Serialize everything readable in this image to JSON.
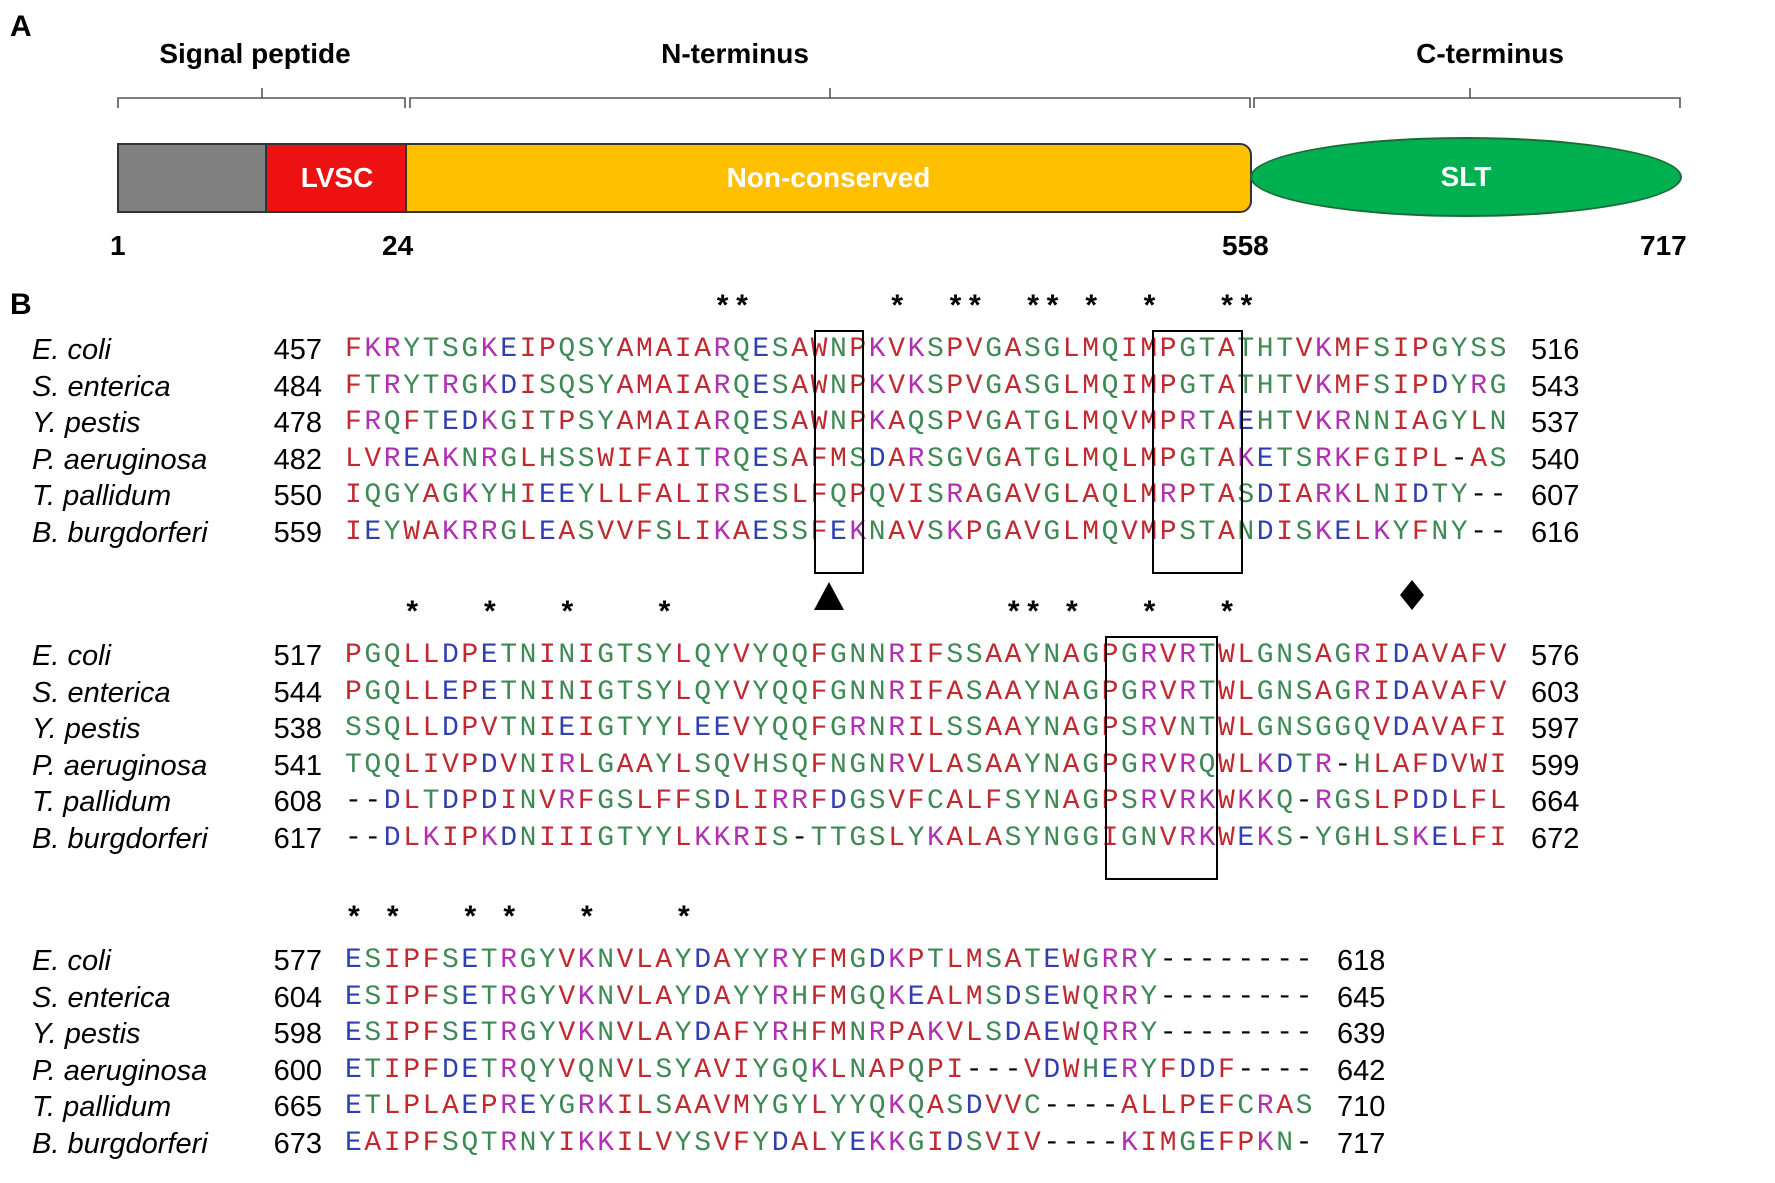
{
  "panel_a": {
    "label": "A",
    "signal_peptide": "Signal peptide",
    "n_terminus": "N-terminus",
    "c_terminus": "C-terminus",
    "lvsc": "LVSC",
    "non_conserved": "Non-conserved",
    "slt": "SLT",
    "positions": [
      "1",
      "24",
      "558",
      "717"
    ],
    "colors": {
      "grey": "#808080",
      "lvsc": "#ee1111",
      "nonconserved": "#ffc000",
      "slt": "#00b050"
    }
  },
  "panel_b": {
    "label": "B",
    "colors": {
      "red": "#c0292f",
      "green": "#3d8a55",
      "magenta": "#b02fb3",
      "blue": "#2f3fb0"
    },
    "blocks": [
      {
        "stars": "                   **       *  **  ** *  *   **",
        "rows": [
          {
            "species": "E. coli",
            "start": "457",
            "seq": "FKRYTSGKEIPQSYAMAIARQESAWNPKVKSPVGASGLMQIMPGTATHTVKMFSIPGYSS",
            "end": "516"
          },
          {
            "species": "S. enterica",
            "start": "484",
            "seq": "FTRYTRGKDISQSYAMAIARQESAWNPKVKSPVGASGLMQIMPGTATHTVKMFSIPDYRG",
            "end": "543"
          },
          {
            "species": "Y. pestis",
            "start": "478",
            "seq": "FRQFTEDKGITPSYAMAIARQESAWNPKAQSPVGATGLMQVMPRTAEHTVKRNNIAGYLN",
            "end": "537"
          },
          {
            "species": "P. aeruginosa",
            "start": "482",
            "seq": "LVREAKNRGLHSSWIFAITRQESAFMSDARSGVGATGLMQLMPGTAKETSRKFGIPL-AS",
            "end": "540"
          },
          {
            "species": "T. pallidum",
            "start": "550",
            "seq": "IQGYAGKYHIEEYLLFALIRSESLFQPQVISRAGAVGLAQLMRPTASDIARKLNIDTY--",
            "end": "607"
          },
          {
            "species": "B. burgdorferi",
            "start": "559",
            "seq": "IEYWAKRRGLEASVVFSLIKAESSFEKNAVSKPGAVGLMQVMPSTANDISKELKYFNY--",
            "end": "616"
          }
        ]
      },
      {
        "stars": "   *   *   *    *                 ** *   *   *",
        "rows": [
          {
            "species": "E. coli",
            "start": "517",
            "seq": "PGQLLDPETNINIGTSYLQYVYQQFGNNRIFSSAAYNAGPGRVRTWLGNSAGRIDAVAFV",
            "end": "576"
          },
          {
            "species": "S. enterica",
            "start": "544",
            "seq": "PGQLLEPETNINIGTSYLQYVYQQFGNNRIFASAAYNAGPGRVRTWLGNSAGRIDAVAFV",
            "end": "603"
          },
          {
            "species": "Y. pestis",
            "start": "538",
            "seq": "SSQLLDPVTNIEIGTYYLEEVYQQFGRNRILSSAAYNAGPSRVNTWLGNSGGQVDAVAFI",
            "end": "597"
          },
          {
            "species": "P. aeruginosa",
            "start": "541",
            "seq": "TQQLIVPDVNIRLGAAYLSQVHSQFNGNRVLASAAYNAGPGRVRQWLKDTR-HLAFDVWI",
            "end": "599"
          },
          {
            "species": "T. pallidum",
            "start": "608",
            "seq": "--DLTDPDINVRFGSLFFSDLIRRFDGSVFCALFSYNAGPSRVRKWKKQ-RGSLPDDLFL",
            "end": "664"
          },
          {
            "species": "B. burgdorferi",
            "start": "617",
            "seq": "--DLKIPKDNIIIGTYYLKKRIS-TTGSLYKALASYNGGIGNVRKWEKS-YGHLSKELFI",
            "end": "672"
          }
        ]
      },
      {
        "stars": "* *   * *   *    *",
        "rows": [
          {
            "species": "E. coli",
            "start": "577",
            "seq": "ESIPFSETRGYVKNVLAYDAYYRYFMGDKPTLMSATEWGRRY--------",
            "end": "618"
          },
          {
            "species": "S. enterica",
            "start": "604",
            "seq": "ESIPFSETRGYVKNVLAYDAYYRHFMGQKEALMSDSEWQRRY--------",
            "end": "645"
          },
          {
            "species": "Y. pestis",
            "start": "598",
            "seq": "ESIPFSETRGYVKNVLAYDAFYRHFMNRPAKVLSDAEWQRRY--------",
            "end": "639"
          },
          {
            "species": "P. aeruginosa",
            "start": "600",
            "seq": "ETIPFDETRQYVQNVLSYAVIYGQKLNAPQPI---VDWHERYFDDF----",
            "end": "642"
          },
          {
            "species": "T. pallidum",
            "start": "665",
            "seq": "ETLPLAEPREYGRKILSAAVMYGYLYYQKQASDVVC----ALLPEFCRAS",
            "end": "710"
          },
          {
            "species": "B. burgdorferi",
            "start": "673",
            "seq": "EAIPFSQTRNYIKKILVYSVFYDALYEKKGIDSVIV----KIMGEFPKN-",
            "end": "717"
          }
        ]
      }
    ]
  }
}
